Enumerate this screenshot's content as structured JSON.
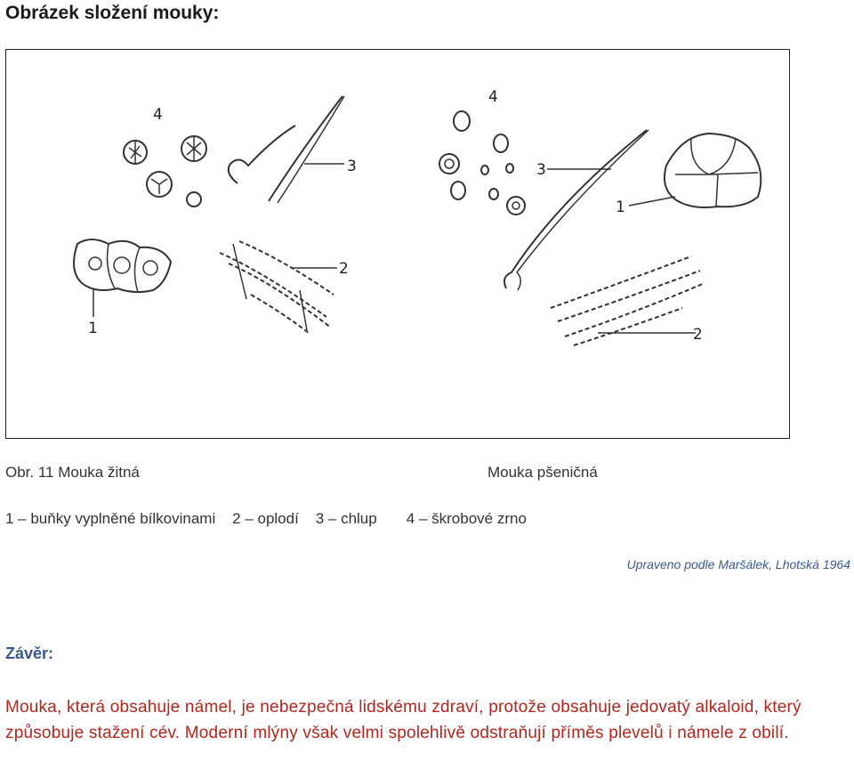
{
  "title": "Obrázek složení mouky:",
  "figure": {
    "labels": {
      "rye_starch": "4",
      "rye_hair": "3",
      "rye_cells": "1",
      "rye_pericarp": "2",
      "wheat_starch": "4",
      "wheat_hair": "3",
      "wheat_cells": "1",
      "wheat_pericarp": "2"
    }
  },
  "caption": {
    "rye": "Obr. 11 Mouka žitná",
    "wheat": "Mouka pšeničná",
    "legend": "1 – buňky vyplněné bílkovinami    2 – oplodí    3 – chlup       4 – škrobové zrno",
    "credit": "Upraveno podle Maršálek, Lhotská 1964"
  },
  "conclusion": {
    "heading": "Závěr:",
    "text": "Mouka, která obsahuje námel, je nebezpečná lidskému zdraví, protože obsahuje jedovatý alkaloid, který způsobuje stažení cév. Moderní mlýny však velmi spolehlivě odstraňují příměs plevelů i námele z obilí."
  }
}
